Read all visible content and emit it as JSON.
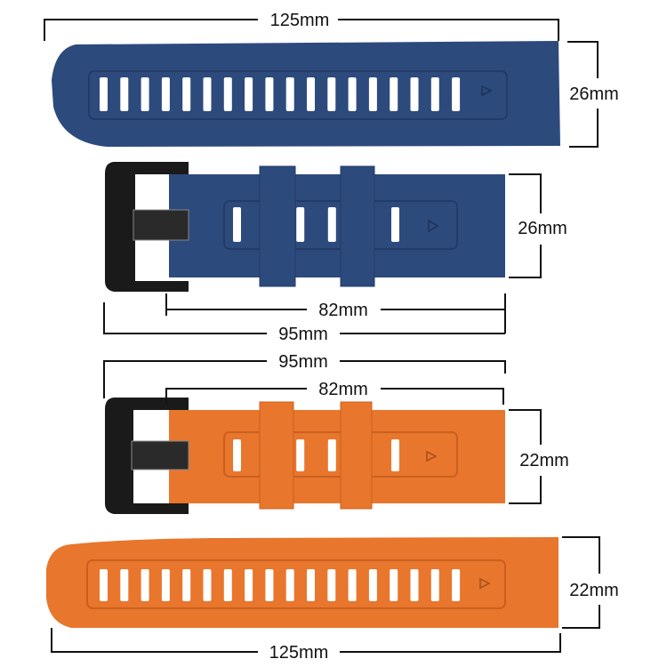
{
  "colors": {
    "navy": "#2d4a7c",
    "navy_dark": "#233b66",
    "orange": "#e8762c",
    "orange_dark": "#c9601f",
    "buckle": "#1a1a1a",
    "line": "#111111"
  },
  "straps": [
    {
      "id": "navy-long",
      "color": "navy",
      "length_label": "125mm",
      "width_label": "26mm",
      "holes": 18
    },
    {
      "id": "navy-buckle",
      "color": "navy",
      "strap_length_label": "82mm",
      "total_length_label": "95mm",
      "width_label": "26mm",
      "holes": 6
    },
    {
      "id": "orange-buckle",
      "color": "orange",
      "strap_length_label": "82mm",
      "total_length_label": "95mm",
      "width_label": "22mm",
      "holes": 6
    },
    {
      "id": "orange-long",
      "color": "orange",
      "length_label": "125mm",
      "width_label": "22mm",
      "holes": 18
    }
  ]
}
